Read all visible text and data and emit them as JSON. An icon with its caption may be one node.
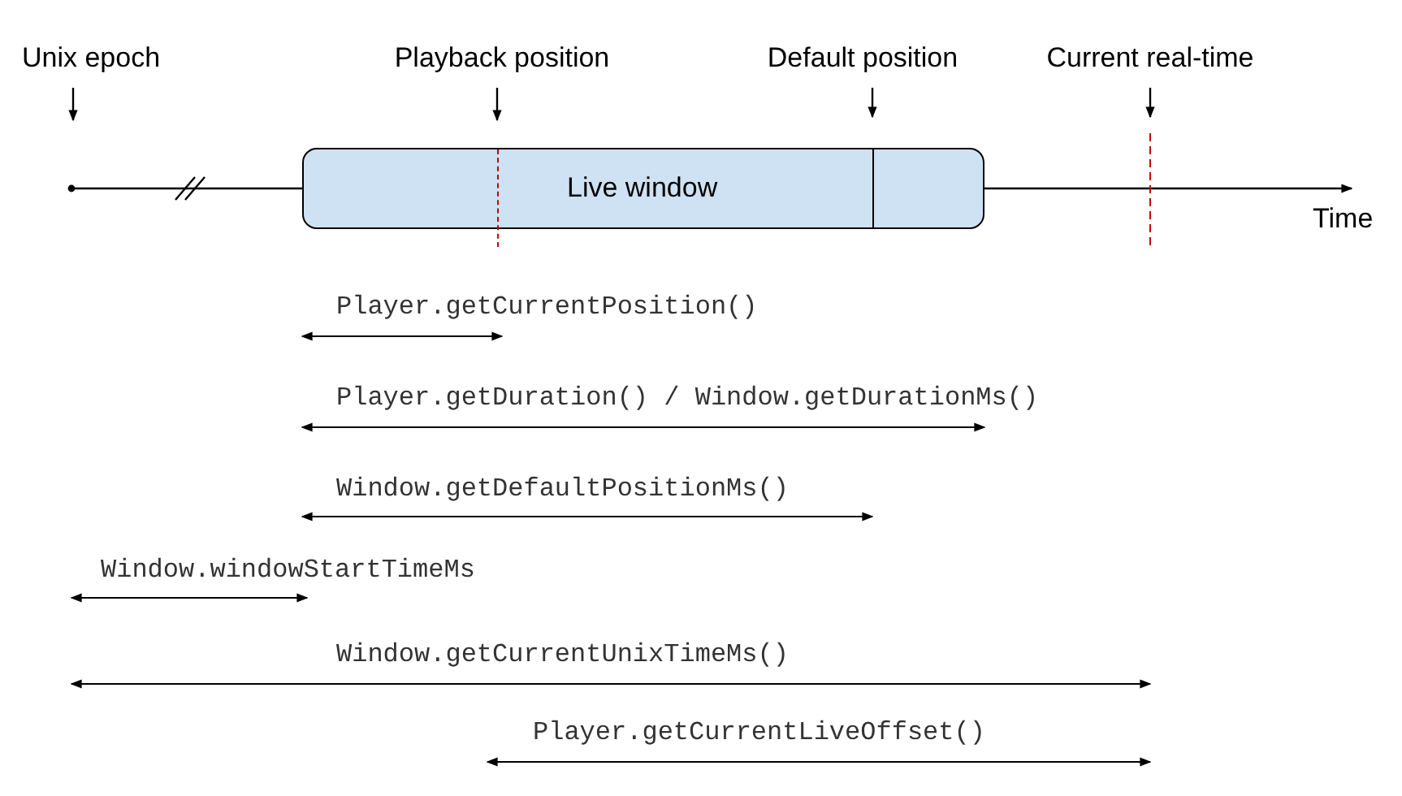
{
  "diagram": {
    "nodes": [
      {
        "text": [
          "Unix epoch"
        ]
      },
      {
        "text": [
          "Playback position"
        ]
      },
      {
        "text": [
          "Live window"
        ]
      },
      {
        "text": [
          "Default position"
        ]
      },
      {
        "text": [
          "Current real-time"
        ]
      }
    ],
    "edges": [
      {
        "from": 0,
        "to": null,
        "arrow": "to"
      },
      {
        "from": 1,
        "to": null,
        "arrow": "to"
      },
      {
        "from": 3,
        "to": null,
        "arrow": "to"
      },
      {
        "from": 4,
        "to": null,
        "arrow": "to"
      }
    ],
    "labels": [
      "Time",
      "Player.getCurrentPosition()",
      "Player.getDuration() / Window.getDurationMs()",
      "Window.getDefaultPositionMs()",
      "Window.windowStartTimeMs",
      "Window.getCurrentUnixTimeMs()",
      "Player.getCurrentLiveOffset()"
    ]
  }
}
